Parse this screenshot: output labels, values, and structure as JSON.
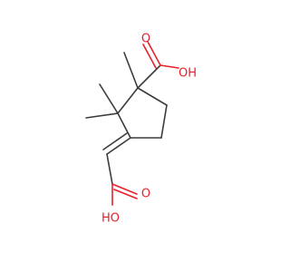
{
  "molecule": {
    "colors": {
      "bond": "#3c3c3c",
      "oxygen": "#e8202a",
      "background": "#ffffff"
    },
    "atoms": {
      "carbonyl_o_top": "O",
      "hydroxyl_top": "OH",
      "carbonyl_o_bottom": "O",
      "hydroxyl_bottom": "HO"
    }
  }
}
